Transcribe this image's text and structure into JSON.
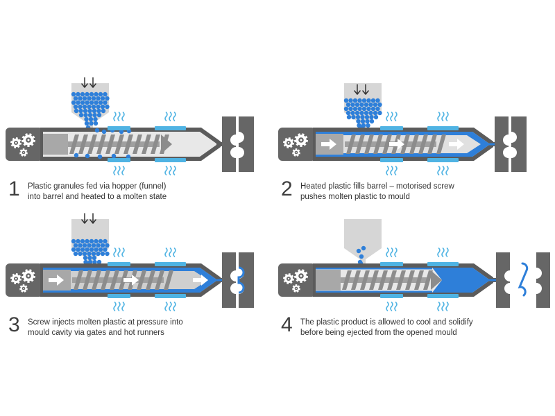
{
  "colors": {
    "plastic_blue": "#2e7fd9",
    "heater_cyan": "#4fb3e3",
    "barrel_dark": "#5b5b5b",
    "barrel_light": "#e8e8e8",
    "screw_grey": "#8c8c8c",
    "gear_box": "#666666",
    "hopper_fill": "#d6d6d6"
  },
  "icons": [
    "gear-icon",
    "heat-wave-icon",
    "down-arrow-icon",
    "push-arrow-icon"
  ],
  "steps": [
    {
      "number": "1",
      "caption_line1": "Plastic granules fed via hopper (funnel)",
      "caption_line2": "into barrel and heated to a molten state"
    },
    {
      "number": "2",
      "caption_line1": "Heated plastic fills barrel – motorised screw",
      "caption_line2": "pushes molten plastic to mould"
    },
    {
      "number": "3",
      "caption_line1": "Screw injects molten plastic at pressure into",
      "caption_line2": "mould cavity via gates and hot runners"
    },
    {
      "number": "4",
      "caption_line1": "The plastic product is allowed to cool and solidify",
      "caption_line2": "before being ejected from the opened mould"
    }
  ]
}
